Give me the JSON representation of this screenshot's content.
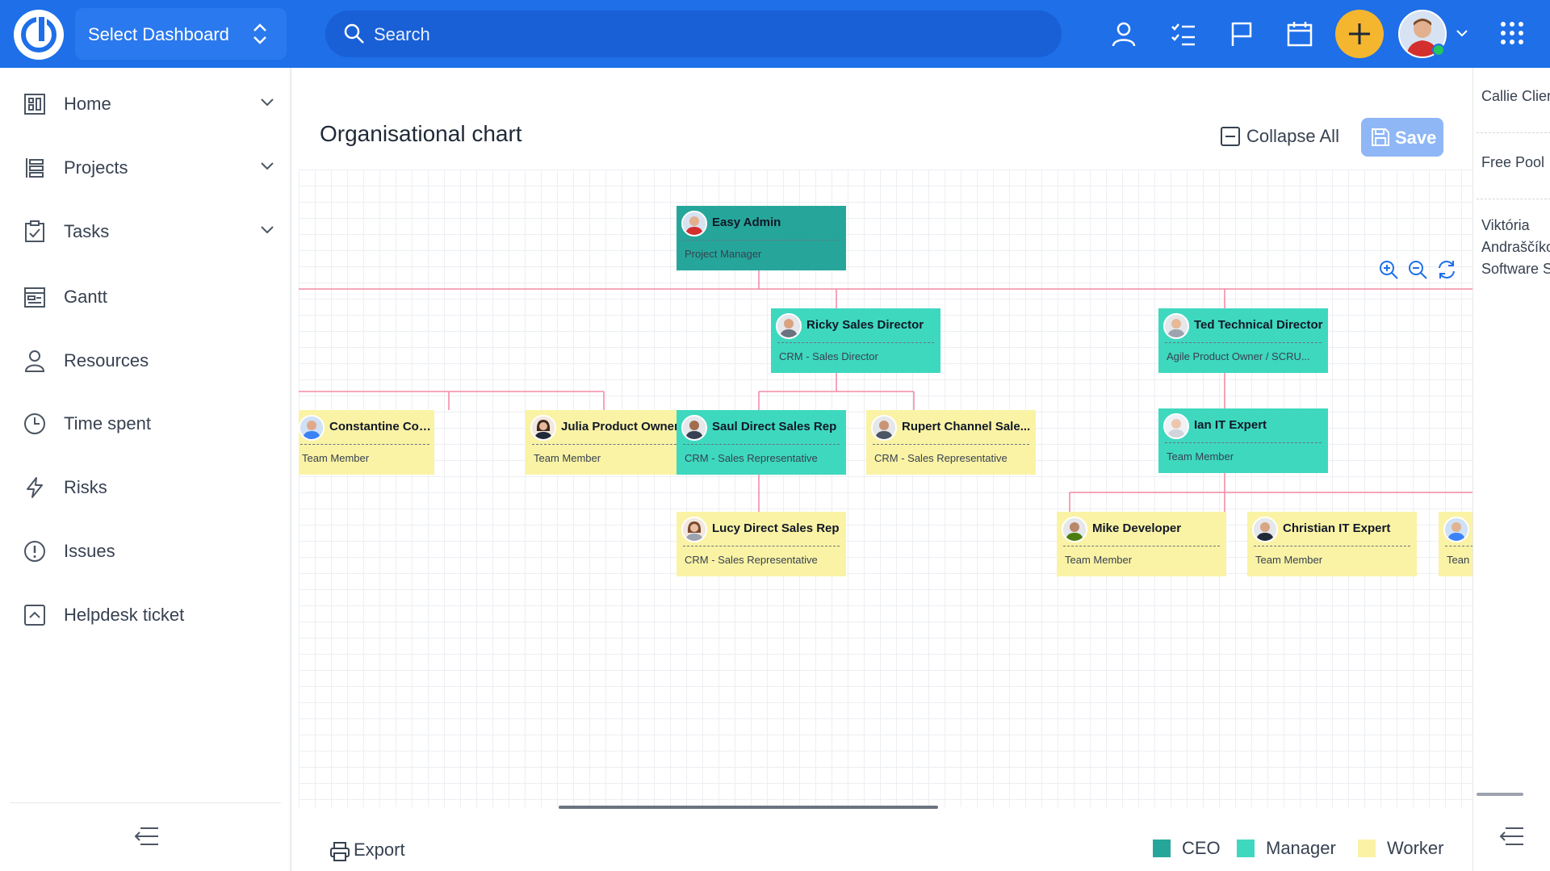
{
  "topbar": {
    "dashboard_label": "Select Dashboard",
    "search_placeholder": "Search",
    "icons": [
      "user-icon",
      "checklist-icon",
      "flag-icon",
      "calendar-icon",
      "plus-icon",
      "avatar",
      "apps-grid-icon"
    ],
    "colors": {
      "bar": "#1e6fe8",
      "plus": "#f5b62f"
    }
  },
  "sidebar": {
    "items": [
      {
        "label": "Home",
        "icon": "home-dashboard-icon",
        "expandable": true
      },
      {
        "label": "Projects",
        "icon": "projects-icon",
        "expandable": true
      },
      {
        "label": "Tasks",
        "icon": "tasks-icon",
        "expandable": true
      },
      {
        "label": "Gantt",
        "icon": "gantt-icon",
        "expandable": false
      },
      {
        "label": "Resources",
        "icon": "user-icon",
        "expandable": false
      },
      {
        "label": "Time spent",
        "icon": "clock-icon",
        "expandable": false
      },
      {
        "label": "Risks",
        "icon": "lightning-icon",
        "expandable": false
      },
      {
        "label": "Issues",
        "icon": "alert-icon",
        "expandable": false
      },
      {
        "label": "Helpdesk ticket",
        "icon": "ticket-icon",
        "expandable": false
      }
    ]
  },
  "main": {
    "title": "Organisational chart",
    "collapse_all": "Collapse All",
    "save": "Save",
    "export": "Export",
    "legend": [
      {
        "label": "CEO",
        "color": "#26a69a"
      },
      {
        "label": "Manager",
        "color": "#3ed8bf"
      },
      {
        "label": "Worker",
        "color": "#faf3a5"
      }
    ]
  },
  "org": {
    "nodes": [
      {
        "name": "Easy Admin",
        "role": "Project Manager",
        "type": "ceo"
      },
      {
        "name": "Ricky Sales Director",
        "role": "CRM - Sales Director",
        "type": "manager"
      },
      {
        "name": "Ted Technical Director",
        "role": "Agile Product Owner / SCRU...",
        "type": "manager"
      },
      {
        "name": "Constantine Consult...",
        "role": "Team Member",
        "type": "worker"
      },
      {
        "name": "Julia Product Owner",
        "role": "Team Member",
        "type": "worker"
      },
      {
        "name": "Saul Direct Sales Rep",
        "role": "CRM - Sales Representative",
        "type": "manager"
      },
      {
        "name": "Rupert Channel Sale...",
        "role": "CRM - Sales Representative",
        "type": "worker"
      },
      {
        "name": "Ian IT Expert",
        "role": "Team Member",
        "type": "manager"
      },
      {
        "name": "Lucy Direct Sales Rep",
        "role": "CRM - Sales Representative",
        "type": "worker"
      },
      {
        "name": "Mike Developer",
        "role": "Team Member",
        "type": "worker"
      },
      {
        "name": "Christian IT Expert",
        "role": "Team Member",
        "type": "worker"
      },
      {
        "name": "",
        "role": "Tean",
        "type": "worker"
      }
    ]
  },
  "right_panel": {
    "items": [
      "Callie Clier",
      "Free Pool",
      "Viktória",
      "Andraščíko",
      "Software S"
    ]
  }
}
